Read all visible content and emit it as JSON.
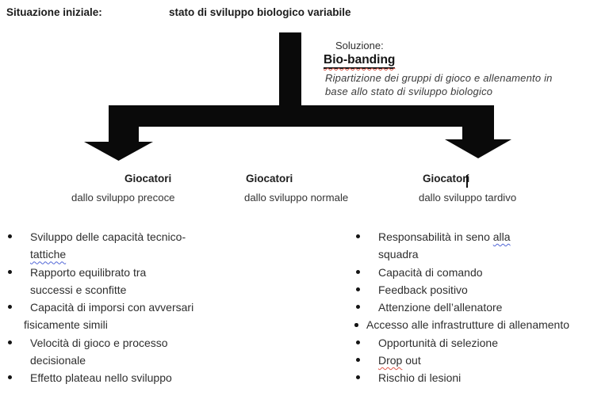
{
  "header": {
    "label": "Situazione iniziale:",
    "value": "stato di sviluppo biologico variabile"
  },
  "solution": {
    "intro": "Soluzione:",
    "title": "Bio-banding",
    "desc_lines": [
      "Ripartizione dei gruppi di gioco e allenamento in",
      "base allo stato di sviluppo biologico"
    ]
  },
  "groups": [
    {
      "title": "Giocatori",
      "subtitle": "dallo sviluppo precoce"
    },
    {
      "title": "Giocatori",
      "subtitle": "dallo sviluppo normale"
    },
    {
      "title": "Giocatori",
      "subtitle": "dallo sviluppo tardivo"
    }
  ],
  "left_list": {
    "items": [
      {
        "lines": [
          {
            "segments": [
              {
                "text": "Sviluppo delle capacità tecnico-"
              }
            ]
          },
          {
            "segments": [
              {
                "text": "tattiche",
                "squiggle": "blue"
              }
            ]
          }
        ]
      },
      {
        "lines": [
          {
            "segments": [
              {
                "text": "Rapporto equilibrato tra"
              }
            ]
          },
          {
            "segments": [
              {
                "text": "successi e sconfitte"
              }
            ]
          }
        ]
      },
      {
        "lines": [
          {
            "segments": [
              {
                "text": "Capacità di imporsi con avversari"
              }
            ]
          },
          {
            "segments": [
              {
                "text": "fisicamente simili"
              }
            ],
            "outdent": true
          }
        ]
      },
      {
        "lines": [
          {
            "segments": [
              {
                "text": "Velocità di gioco e processo"
              }
            ]
          },
          {
            "segments": [
              {
                "text": "decisionale"
              }
            ]
          }
        ]
      },
      {
        "lines": [
          {
            "segments": [
              {
                "text": "Effetto plateau nello sviluppo"
              }
            ]
          }
        ]
      }
    ]
  },
  "right_list": {
    "items": [
      {
        "lines": [
          {
            "segments": [
              {
                "text": "Responsabilità in seno "
              },
              {
                "text": "alla",
                "squiggle": "blue"
              }
            ]
          },
          {
            "segments": [
              {
                "text": "squadra"
              }
            ]
          }
        ]
      },
      {
        "lines": [
          {
            "segments": [
              {
                "text": "Capacità di comando"
              }
            ]
          }
        ]
      },
      {
        "lines": [
          {
            "segments": [
              {
                "text": "Feedback positivo"
              }
            ]
          }
        ]
      },
      {
        "lines": [
          {
            "segments": [
              {
                "text": "Attenzione dell’allenatore"
              }
            ]
          }
        ]
      },
      {
        "tight": true,
        "lines": [
          {
            "segments": [
              {
                "text": "Accesso alle infrastrutture di allenamento"
              }
            ]
          }
        ]
      },
      {
        "lines": [
          {
            "segments": [
              {
                "text": "Opportunità di selezione"
              }
            ]
          }
        ]
      },
      {
        "lines": [
          {
            "segments": [
              {
                "text": "Drop",
                "squiggle": "red"
              },
              {
                "text": " out"
              }
            ]
          }
        ]
      },
      {
        "lines": [
          {
            "segments": [
              {
                "text": "Rischio di lesioni"
              }
            ]
          }
        ]
      }
    ]
  },
  "colors": {
    "arrow": "#0a0a0a",
    "squiggle_blue": "#5166d6",
    "squiggle_red": "#e0584a",
    "title_underline": "#141414"
  }
}
